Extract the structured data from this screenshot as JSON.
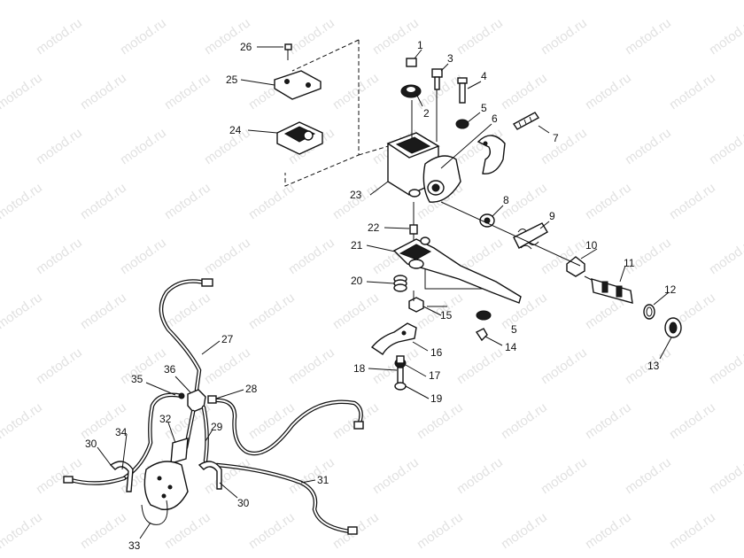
{
  "watermark": "motod.ru",
  "part_labels": [
    {
      "id": "1",
      "text": "1"
    },
    {
      "id": "2",
      "text": "2"
    },
    {
      "id": "3",
      "text": "3"
    },
    {
      "id": "4",
      "text": "4"
    },
    {
      "id": "5a",
      "text": "5"
    },
    {
      "id": "5b",
      "text": "5"
    },
    {
      "id": "6",
      "text": "6"
    },
    {
      "id": "7",
      "text": "7"
    },
    {
      "id": "8",
      "text": "8"
    },
    {
      "id": "9",
      "text": "9"
    },
    {
      "id": "10",
      "text": "10"
    },
    {
      "id": "11",
      "text": "11"
    },
    {
      "id": "12",
      "text": "12"
    },
    {
      "id": "13",
      "text": "13"
    },
    {
      "id": "14",
      "text": "14"
    },
    {
      "id": "15",
      "text": "15"
    },
    {
      "id": "16",
      "text": "16"
    },
    {
      "id": "17",
      "text": "17"
    },
    {
      "id": "18",
      "text": "18"
    },
    {
      "id": "19",
      "text": "19"
    },
    {
      "id": "20",
      "text": "20"
    },
    {
      "id": "21",
      "text": "21"
    },
    {
      "id": "22",
      "text": "22"
    },
    {
      "id": "23",
      "text": "23"
    },
    {
      "id": "24",
      "text": "24"
    },
    {
      "id": "25",
      "text": "25"
    },
    {
      "id": "26",
      "text": "26"
    },
    {
      "id": "27",
      "text": "27"
    },
    {
      "id": "28",
      "text": "28"
    },
    {
      "id": "29",
      "text": "29"
    },
    {
      "id": "30a",
      "text": "30"
    },
    {
      "id": "30b",
      "text": "30"
    },
    {
      "id": "31",
      "text": "31"
    },
    {
      "id": "32",
      "text": "32"
    },
    {
      "id": "33",
      "text": "33"
    },
    {
      "id": "34",
      "text": "34"
    },
    {
      "id": "35",
      "text": "35"
    },
    {
      "id": "36",
      "text": "36"
    }
  ]
}
